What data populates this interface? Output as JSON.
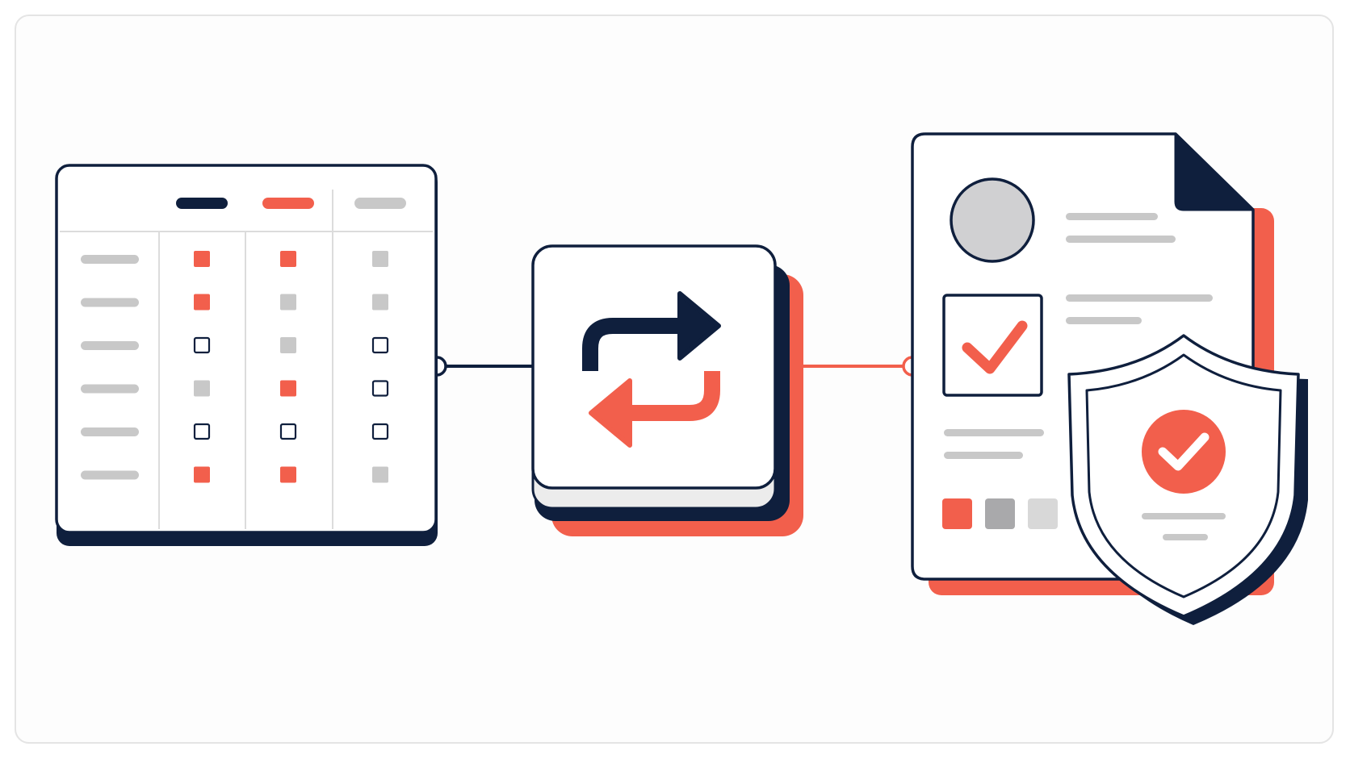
{
  "colors": {
    "navy": "#0f1f3d",
    "coral": "#f25f4c",
    "gray": "#c8c8c8",
    "gray_dark": "#a9a9ab",
    "gray_light": "#d8d8d8",
    "paper": "#fdfdfd",
    "frame_border": "#e4e4e4"
  },
  "flow": {
    "steps": [
      {
        "id": "permission-matrix",
        "icon": "table-grid-icon"
      },
      {
        "id": "exchange",
        "icon": "swap-arrows-icon"
      },
      {
        "id": "verified-document",
        "icon": "document-shield-icon"
      }
    ],
    "connectors": [
      {
        "from": "permission-matrix",
        "to": "exchange",
        "color": "navy"
      },
      {
        "from": "exchange",
        "to": "verified-document",
        "color": "coral"
      }
    ]
  },
  "matrix": {
    "header_colors": [
      "navy",
      "coral",
      "gray"
    ],
    "rows": [
      [
        "coral",
        "coral",
        "gray"
      ],
      [
        "coral",
        "gray",
        "gray"
      ],
      [
        "empty",
        "gray",
        "empty"
      ],
      [
        "gray",
        "coral",
        "empty"
      ],
      [
        "empty",
        "empty",
        "empty"
      ],
      [
        "coral",
        "coral",
        "gray"
      ]
    ]
  },
  "document": {
    "has_avatar": true,
    "has_checkbox_checked": true,
    "swatches": [
      "coral",
      "gray_dark",
      "gray_light"
    ],
    "badge_icon": "shield-check-icon"
  }
}
